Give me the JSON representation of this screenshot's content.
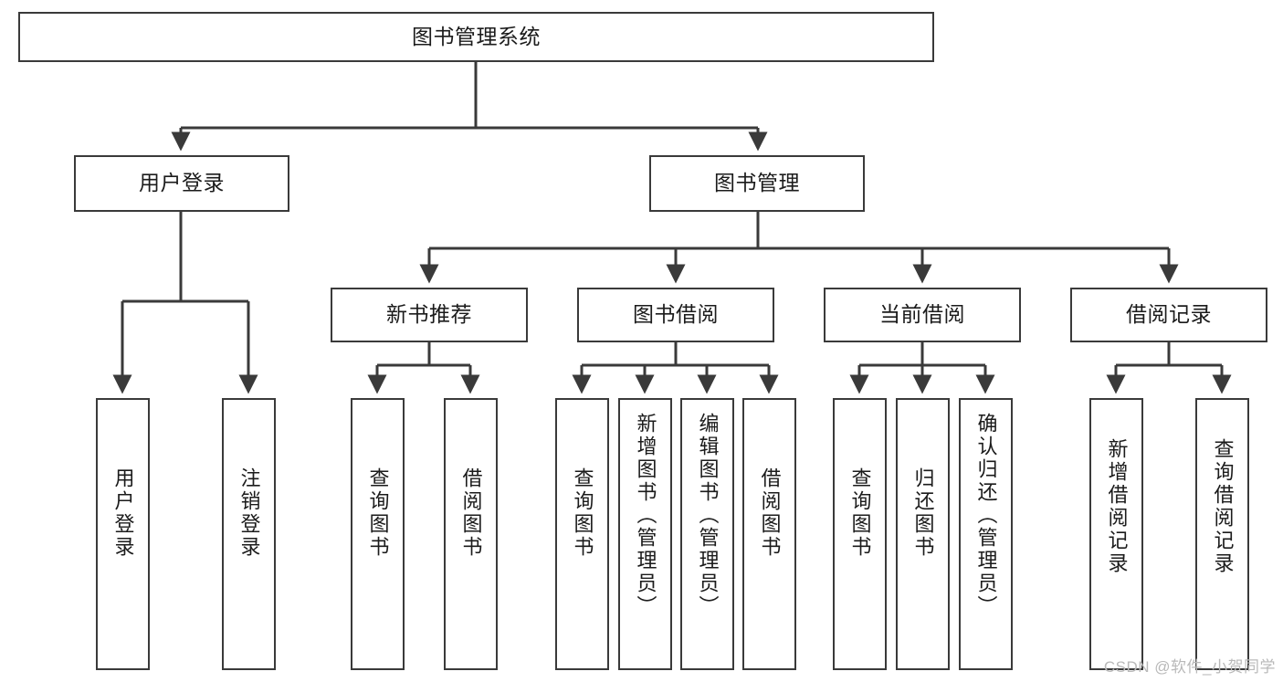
{
  "diagram": {
    "type": "tree-hierarchy",
    "title": "图书管理系统",
    "watermark": "CSDN @软件_小贺同学",
    "colors": {
      "node_border": "#3a3a3a",
      "node_fill": "#ffffff",
      "edge": "#3a3a3a",
      "text": "#1b1b1b",
      "watermark": "#b9b9b9",
      "background": "#ffffff"
    },
    "levels": {
      "root": {
        "label": "图书管理系统"
      },
      "level2": [
        {
          "label": "用户登录"
        },
        {
          "label": "图书管理"
        }
      ],
      "level3": [
        {
          "label": "新书推荐"
        },
        {
          "label": "图书借阅"
        },
        {
          "label": "当前借阅"
        },
        {
          "label": "借阅记录"
        }
      ],
      "leaves": [
        {
          "label": "用户登录",
          "parent": "用户登录"
        },
        {
          "label": "注销登录",
          "parent": "用户登录"
        },
        {
          "label": "查询图书",
          "parent": "新书推荐"
        },
        {
          "label": "借阅图书",
          "parent": "新书推荐"
        },
        {
          "label": "查询图书",
          "parent": "图书借阅"
        },
        {
          "label": "新增图书（管理员）",
          "parent": "图书借阅"
        },
        {
          "label": "编辑图书（管理员）",
          "parent": "图书借阅"
        },
        {
          "label": "借阅图书",
          "parent": "图书借阅"
        },
        {
          "label": "查询图书",
          "parent": "当前借阅"
        },
        {
          "label": "归还图书",
          "parent": "当前借阅"
        },
        {
          "label": "确认归还（管理员）",
          "parent": "当前借阅"
        },
        {
          "label": "新增借阅记录",
          "parent": "借阅记录"
        },
        {
          "label": "查询借阅记录",
          "parent": "借阅记录"
        }
      ]
    }
  }
}
